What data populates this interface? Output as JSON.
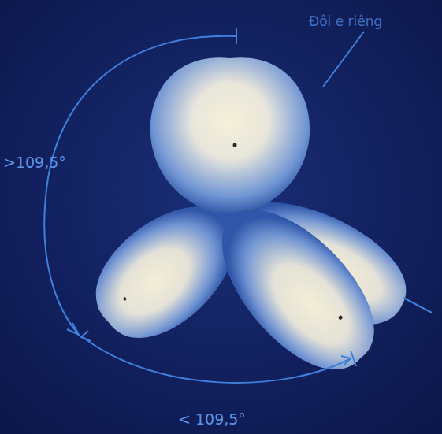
{
  "diagram": {
    "labels": [
      "Đôi e riêng",
      ">109,5°",
      "< 109,5°"
    ]
  }
}
